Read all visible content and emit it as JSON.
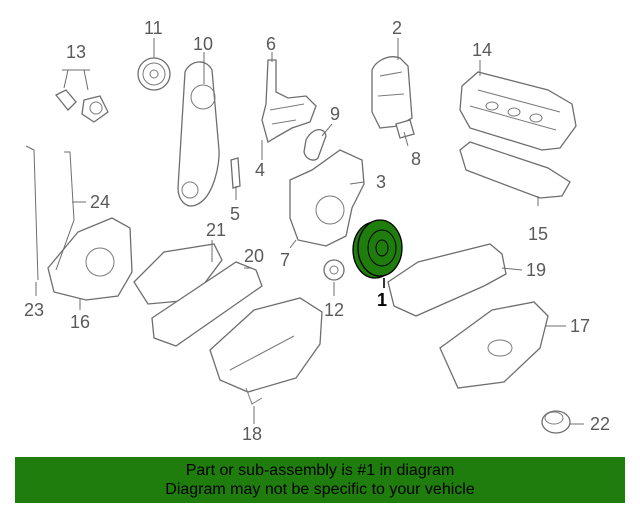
{
  "callouts": [
    "1",
    "2",
    "3",
    "4",
    "5",
    "6",
    "7",
    "8",
    "9",
    "10",
    "11",
    "12",
    "13",
    "14",
    "15",
    "16",
    "17",
    "18",
    "19",
    "20",
    "21",
    "22",
    "23",
    "24"
  ],
  "highlight": "1",
  "colors": {
    "highlight_fill": "#1f7d0d",
    "banner_bg": "#1f7d0d",
    "line": "#6e6e6e"
  },
  "banner": {
    "line1": "Part or sub-assembly is #1 in diagram",
    "line2": "Diagram may not be specific to your vehicle"
  }
}
